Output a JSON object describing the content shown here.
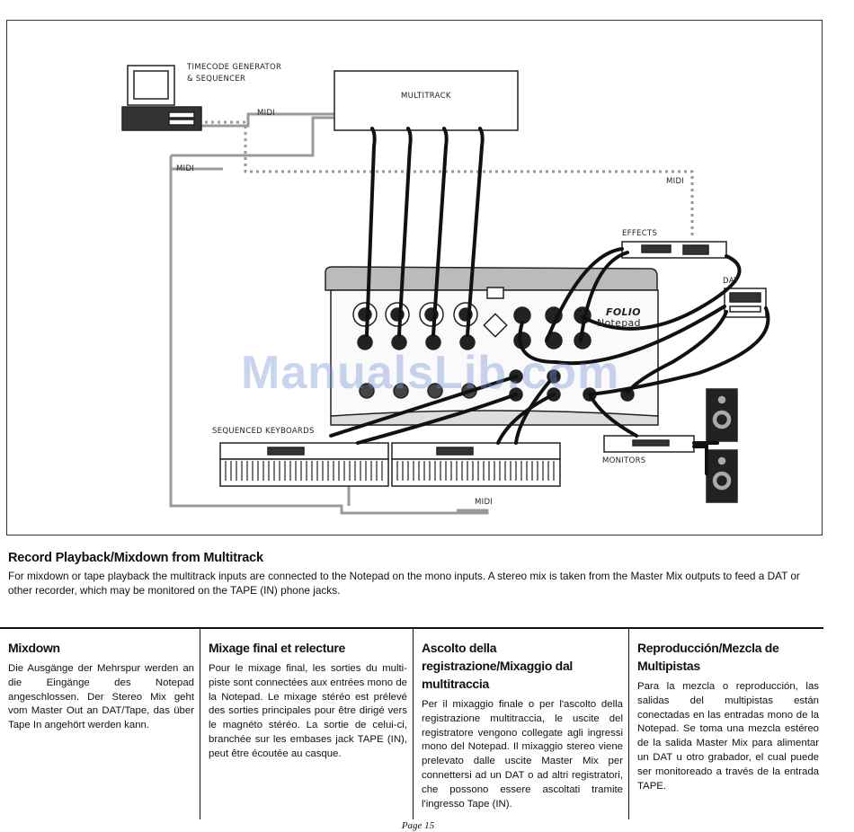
{
  "diagram": {
    "labels": {
      "timecode": "TIMECODE GENERATOR",
      "sequencer": "& SEQUENCER",
      "multitrack": "MULTITRACK",
      "midi_top": "MIDI",
      "midi_left": "MIDI",
      "midi_right": "MIDI",
      "midi_bottom": "MIDI",
      "effects": "EFFECTS",
      "dat": "DAT",
      "monitors": "MONITORS",
      "sequenced_keyboards": "SEQUENCED KEYBOARDS",
      "folio": "FOLIO",
      "notepad": "Notepad"
    },
    "watermark": "ManualsLib.com"
  },
  "caption": {
    "title": "Record Playback/Mixdown from Multitrack",
    "body": "For mixdown or tape playback the multitrack inputs are connected to the Notepad on the mono inputs.  A stereo mix is taken from the Master Mix outputs to feed a DAT or other recorder, which may be monitored on the TAPE (IN) phone jacks."
  },
  "columns": [
    {
      "title": "Mixdown",
      "body": "Die Ausgänge der Mehrspur werden an die Eingänge des Notepad angeschlossen. Der Stereo Mix geht vom Master Out an DAT/Tape, das über Tape In angehört werden kann."
    },
    {
      "title": "Mixage final et relecture",
      "body": "Pour le mixage final, les sorties du multi-piste sont connectées aux entrées mono de la Notepad. Le mixage stéréo est prélevé des sorties principales pour être dirigé vers le magnéto stéréo. La sortie de celui-ci, branchée sur les embases jack TAPE (IN), peut être écoutée au casque."
    },
    {
      "title": "Ascolto della registrazione/Mixaggio dal multitraccia",
      "body": "Per il mixaggio finale o per l'ascolto della registrazione multitraccia, le uscite del registratore vengono collegate agli ingressi mono del Notepad. Il mixaggio stereo viene prelevato dalle uscite Master Mix per connettersi ad un DAT o ad altri registratori, che possono essere ascoltati tramite l'ingresso Tape (IN)."
    },
    {
      "title": "Reproducción/Mezcla de Multipistas",
      "body": "Para la mezcla o reproducción,  las salidas del multipistas están conectadas en las entradas mono de la Notepad. Se toma una mezcla estéreo de la salida Master Mix para alimentar un DAT u otro grabador, el cual puede ser monitoreado a través de la entrada TAPE."
    }
  ],
  "footer": "Page 15"
}
